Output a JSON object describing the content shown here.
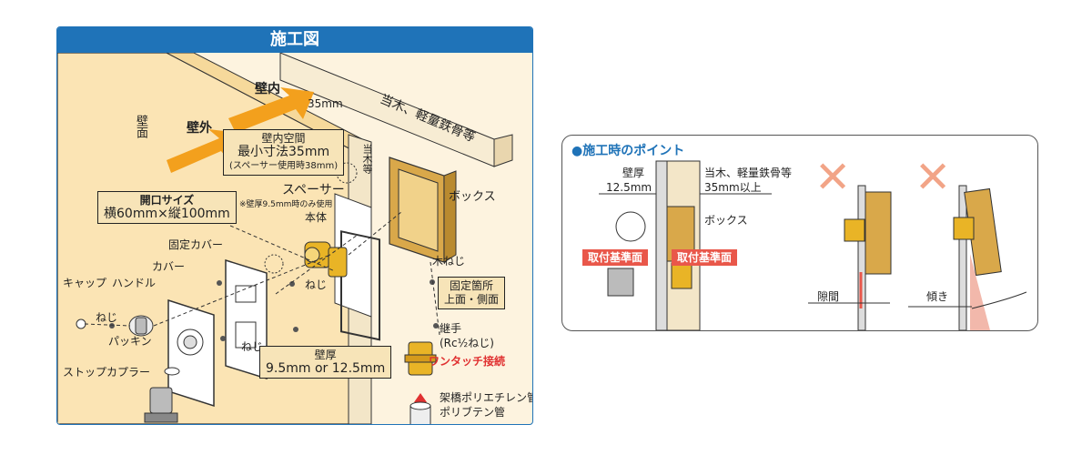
{
  "main_panel": {
    "title": "施工図",
    "wall_inside": "壁内",
    "wall_outside": "壁外",
    "wall_surface": "壁面",
    "dim_35mm": "35mm",
    "stud": "当木、軽量鉄骨等",
    "stud_vertical": "当木等",
    "inner_space_l1": "壁内空間",
    "inner_space_l2": "最小寸法35mm",
    "inner_space_l3": "(スペーサー使用時38mm)",
    "opening_title": "開口サイズ",
    "opening_value": "横60mm×縦100mm",
    "spacer": "スペーサー",
    "spacer_note": "※壁厚9.5mm時のみ使用",
    "box": "ボックス",
    "body": "本体",
    "fixing_cover": "固定カバー",
    "cover": "カバー",
    "cap": "キャップ",
    "handle": "ハンドル",
    "screw": "ねじ",
    "wood_screw": "木ねじ",
    "fixing_points_l1": "固定箇所",
    "fixing_points_l2": "上面・側面",
    "packing": "パッキン",
    "stop_coupler": "ストップカプラー",
    "wall_thickness_title": "壁厚",
    "wall_thickness_value": "9.5mm or 12.5mm",
    "joint": "継手",
    "joint_spec": "(Rc½ねじ)",
    "one_touch": "ワンタッチ接続",
    "pipe_l1": "架橋ポリエチレン管",
    "pipe_l2": "ポリブテン管"
  },
  "point_panel": {
    "title": "●施工時のポイント",
    "wall_thickness_l1": "壁厚",
    "wall_thickness_l2": "12.5mm",
    "stud_l1": "当木、軽量鉄骨等",
    "stud_l2": "35mm以上",
    "box": "ボックス",
    "ref_left": "取付基準面",
    "ref_right": "取付基準面",
    "gap": "隙間",
    "tilt": "傾き",
    "cross_mark": "✕"
  },
  "colors": {
    "blue_accent": "#1f73b8",
    "wall_fill": "#fdf3df",
    "label_box": "#f7e4b8",
    "orange_arrow": "#f3a01d",
    "brass": "#e9b426",
    "red": "#e9574a",
    "cross": "#f2a487"
  }
}
